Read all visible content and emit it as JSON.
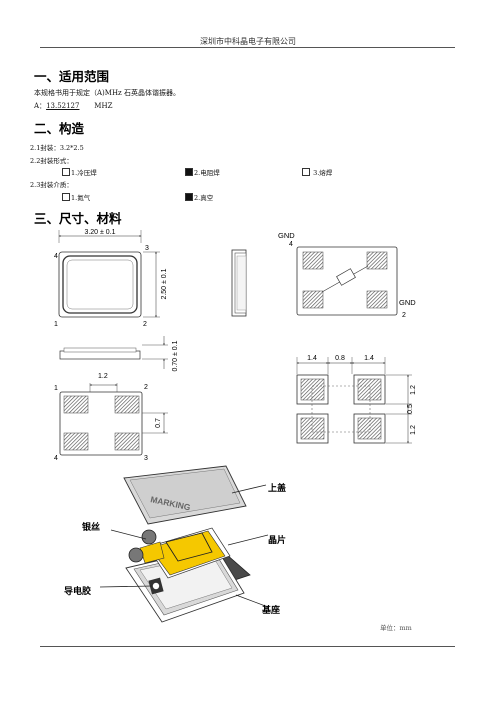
{
  "header": {
    "company": "深圳市中科晶电子有限公司"
  },
  "section1": {
    "title": "一、适用范围",
    "scope_text": "本规格书用于规定（A)MHz 石英晶体谐振器。",
    "freq_prefix": "A：",
    "freq_value": "13.52127",
    "freq_unit": "MHZ"
  },
  "section2": {
    "title": "二、构造",
    "package_line": "2.1封装：3.2*2.5",
    "seal_form_label": "2.2封装形式：",
    "seal_options": [
      {
        "label": "1.冷压焊",
        "checked": false
      },
      {
        "label": "2.电阻焊",
        "checked": true
      },
      {
        "label": "3.熔焊",
        "checked": false
      }
    ],
    "medium_label": "2.3封装介质：",
    "medium_options": [
      {
        "label": "1.氮气",
        "checked": false
      },
      {
        "label": "2.真空",
        "checked": true
      }
    ]
  },
  "section3": {
    "title": "三、尺寸、材料",
    "dims": {
      "length": "3.20 ± 0.1",
      "width": "2.50 ± 0.1",
      "height": "0.70 ± 0.1",
      "pad_w": "1.2",
      "pad_h": "0.7",
      "land_a": "1.4",
      "land_b": "0.8",
      "land_c": "1.4",
      "land_v1": "1.2",
      "land_v2": "0.5",
      "land_v3": "1.2"
    },
    "pins": [
      "1",
      "2",
      "3",
      "4"
    ],
    "gnd4": "GND",
    "gnd2": "GND",
    "pin4": "4",
    "pin2": "2",
    "marking": "MARKING",
    "parts": {
      "lid": "上盖",
      "silver_wire": "银丝",
      "chip": "晶片",
      "conductive_glue": "导电胶",
      "base": "基座"
    },
    "unit": "单位：mm"
  },
  "colors": {
    "pad_hatch": "#555555",
    "chip_yellow": "#f5c800",
    "lid_gray": "#d9d9d9"
  }
}
